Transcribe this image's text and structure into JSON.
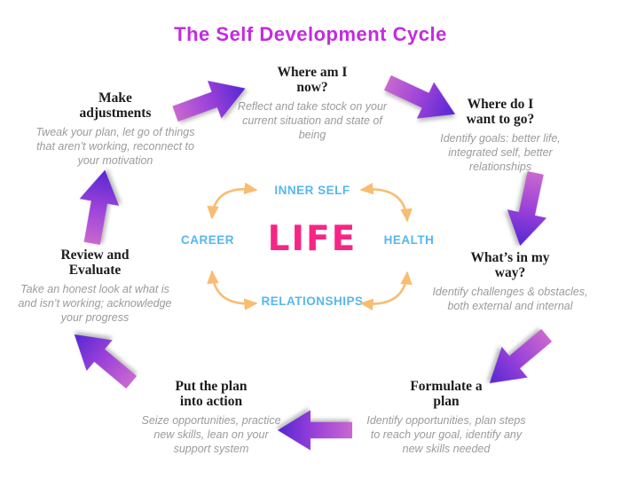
{
  "title": "The Self Development Cycle",
  "colors": {
    "title": "#c32be0",
    "life": "#f72585",
    "aspect_labels": "#56b7ef",
    "aspect_arcs": "#f8bd72",
    "cycle_arrow_tail": "#c968cf",
    "cycle_arrow_head": "#5526d2",
    "step_heading": "#1c1c1c",
    "step_description": "#9b9b9b"
  },
  "center": {
    "life_label": "LIFE",
    "aspects": {
      "top": "INNER SELF",
      "right": "HEALTH",
      "bottom": "RELATIONSHIPS",
      "left": "CAREER"
    }
  },
  "steps": [
    {
      "heading": "Where am I\nnow?",
      "description": "Reflect and take stock on your\ncurrent situation and state of\nbeing"
    },
    {
      "heading": "Where do I\nwant to go?",
      "description": "Identify goals: better life,\nintegrated self, better\nrelationships"
    },
    {
      "heading": "What’s in my\nway?",
      "description": "Identify challenges & obstacles,\nboth external and internal"
    },
    {
      "heading": "Formulate a\nplan",
      "description": "Identify opportunities, plan steps\nto reach your goal, identify any\nnew skills needed"
    },
    {
      "heading": "Put the plan\ninto action",
      "description": "Seize opportunities, practice\nnew skills, lean on your\nsupport system"
    },
    {
      "heading": "Review and\nEvaluate",
      "description": "Take an honest look at what is\nand isn’t working; acknowledge\nyour progress"
    },
    {
      "heading": "Make\nadjustments",
      "description": "Tweak your plan, let go of things\nthat aren’t working, reconnect to\nyour motivation"
    }
  ]
}
